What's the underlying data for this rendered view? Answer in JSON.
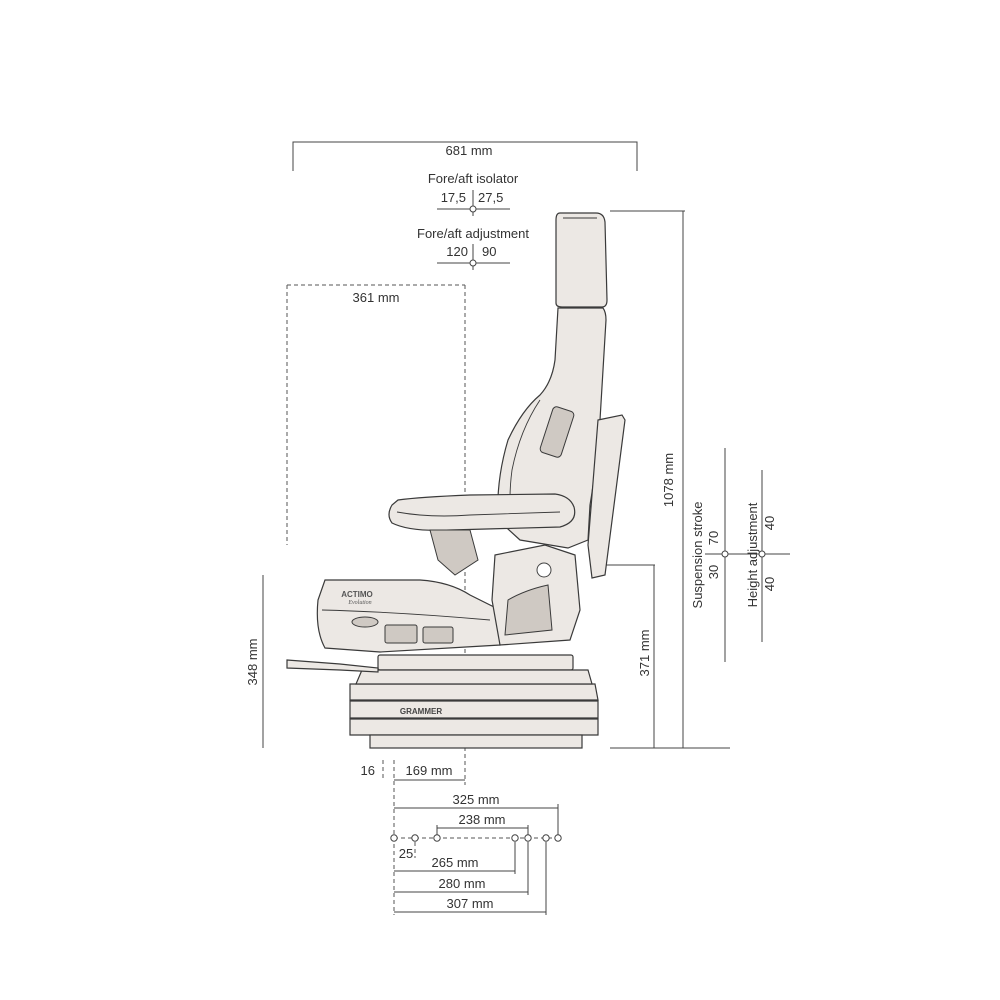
{
  "colors": {
    "line": "#444444",
    "text": "#333333",
    "seat_fill": "#ece8e4",
    "seat_shadow": "#cfc9c3"
  },
  "dimensions": {
    "overall_depth": "681 mm",
    "fore_aft_isolator": {
      "title": "Fore/aft isolator",
      "left": "17,5",
      "right": "27,5"
    },
    "fore_aft_adjustment": {
      "title": "Fore/aft adjustment",
      "left": "120",
      "right": "90"
    },
    "armrest_depth": "361 mm",
    "overall_height": "1078 mm",
    "suspension_stroke": {
      "title": "Suspension stroke",
      "up": "70",
      "down": "30"
    },
    "height_adjustment": {
      "title": "Height adjustment",
      "up": "40",
      "down": "40"
    },
    "seat_height": "348 mm",
    "pivot_height": "371 mm",
    "offset_small": "16",
    "front_offset": "169 mm",
    "mount_325": "325 mm",
    "mount_238": "238 mm",
    "mount_25": "25",
    "mount_265": "265 mm",
    "mount_280": "280 mm",
    "mount_307": "307 mm"
  },
  "branding": {
    "seat_model": "ACTIMO",
    "seat_edition": "Evolution",
    "manufacturer": "GRAMMER"
  }
}
